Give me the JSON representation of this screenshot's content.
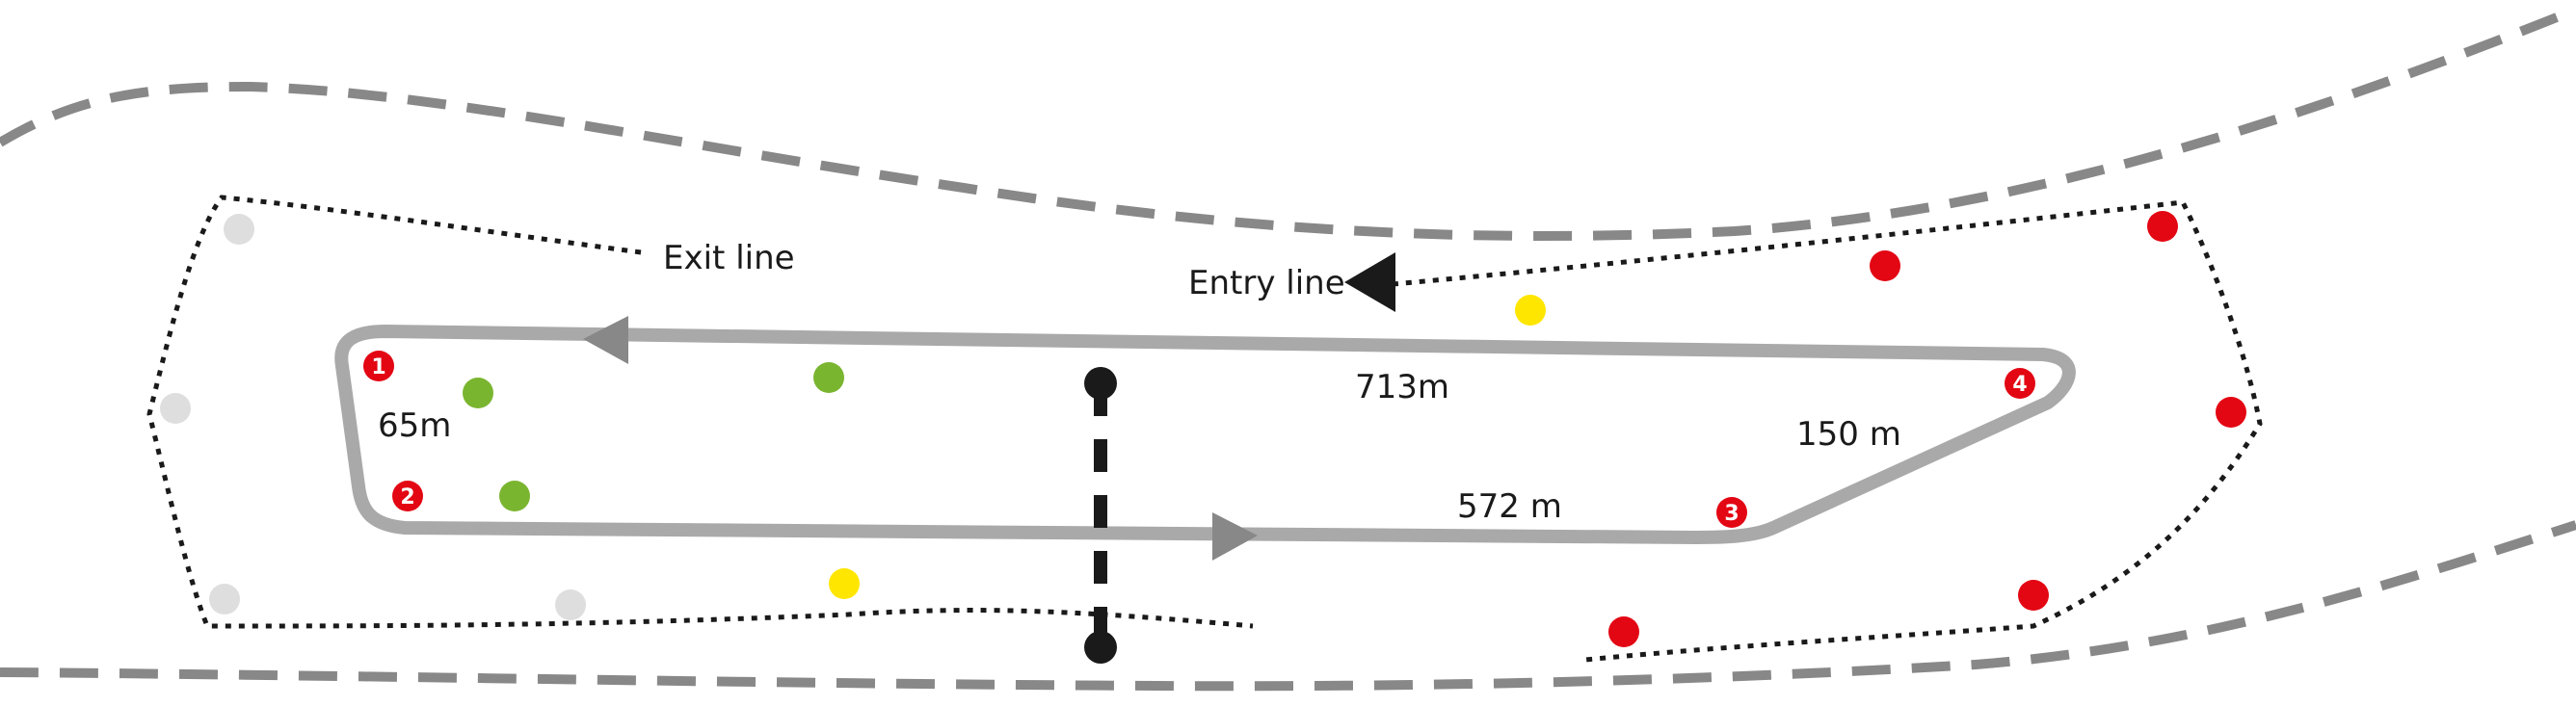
{
  "labels": {
    "exit_line": "Exit line",
    "entry_line": "Entry line",
    "dist_713": "713m",
    "dist_65": "65m",
    "dist_150": "150 m",
    "dist_572": "572 m"
  },
  "markers": {
    "m1": "1",
    "m2": "2",
    "m3": "3",
    "m4": "4"
  },
  "colors": {
    "track": "#a9a9a9",
    "road_edge": "#888888",
    "boundary": "#1a1a1a",
    "red": "#e30613",
    "green": "#7ab530",
    "yellow": "#ffe600",
    "grey": "#dedede",
    "arrow_grey": "#888888",
    "arrow_black": "#1a1a1a"
  }
}
